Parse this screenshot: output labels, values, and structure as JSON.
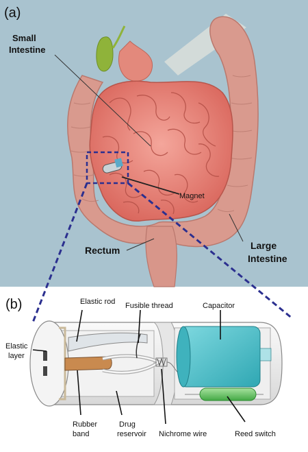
{
  "panel_a": {
    "panel_label": "(a)",
    "small_intestine_line1": "Small",
    "small_intestine_line2": "Intestine",
    "magnet": "Magnet",
    "rectum": "Rectum",
    "large_intestine_line1": "Large",
    "large_intestine_line2": "Intestine"
  },
  "panel_b": {
    "panel_label": "(b)",
    "elastic_rod": "Elastic rod",
    "fusible_thread": "Fusible thread",
    "capacitor": "Capacitor",
    "elastic_layer_line1": "Elastic",
    "elastic_layer_line2": "layer",
    "rubber_band_line1": "Rubber",
    "rubber_band_line2": "band",
    "drug_reservoir_line1": "Drug",
    "drug_reservoir_line2": "reservoir",
    "nichrome_wire": "Nichrome wire",
    "reed_switch": "Reed switch"
  },
  "colors": {
    "background_a": "#a9c3cf",
    "intestine": "#e88a7f",
    "colon": "#d99a8e",
    "gallbladder": "#8fb33a",
    "capacitor": "#56c6cf",
    "reed_switch": "#6cc46a",
    "rubber_band": "#c98a4f",
    "dashed_box": "#2b2f8f"
  }
}
